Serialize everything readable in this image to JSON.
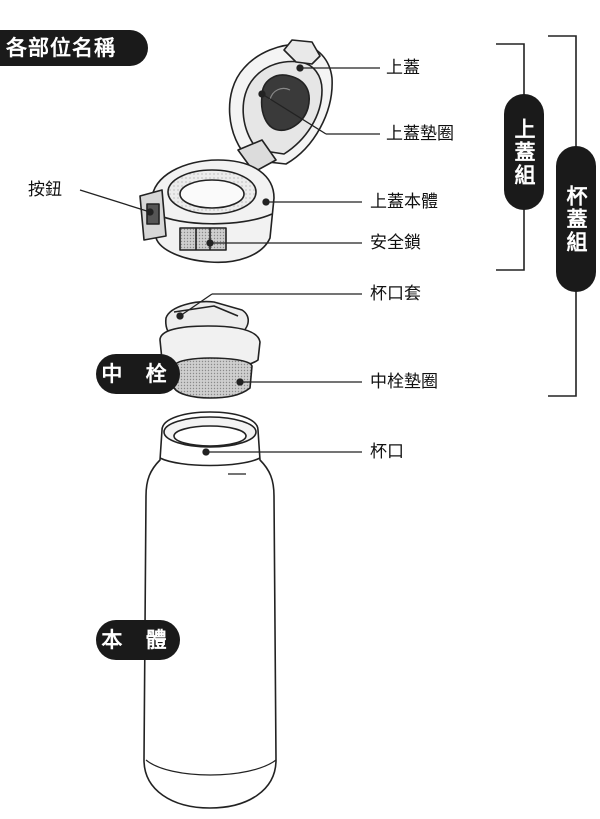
{
  "title": "各部位名稱",
  "labels": {
    "lid": "上蓋",
    "lid_gasket": "上蓋墊圈",
    "button": "按鈕",
    "lid_body": "上蓋本體",
    "safety_lock": "安全鎖",
    "mouthpiece_cover": "杯口套",
    "center_plug_gasket": "中栓墊圈",
    "mouth": "杯口"
  },
  "groups": {
    "center_plug": "中 栓",
    "body": "本 體",
    "lid_assembly": "上蓋組",
    "cup_lid_assembly": "杯蓋組"
  }
}
